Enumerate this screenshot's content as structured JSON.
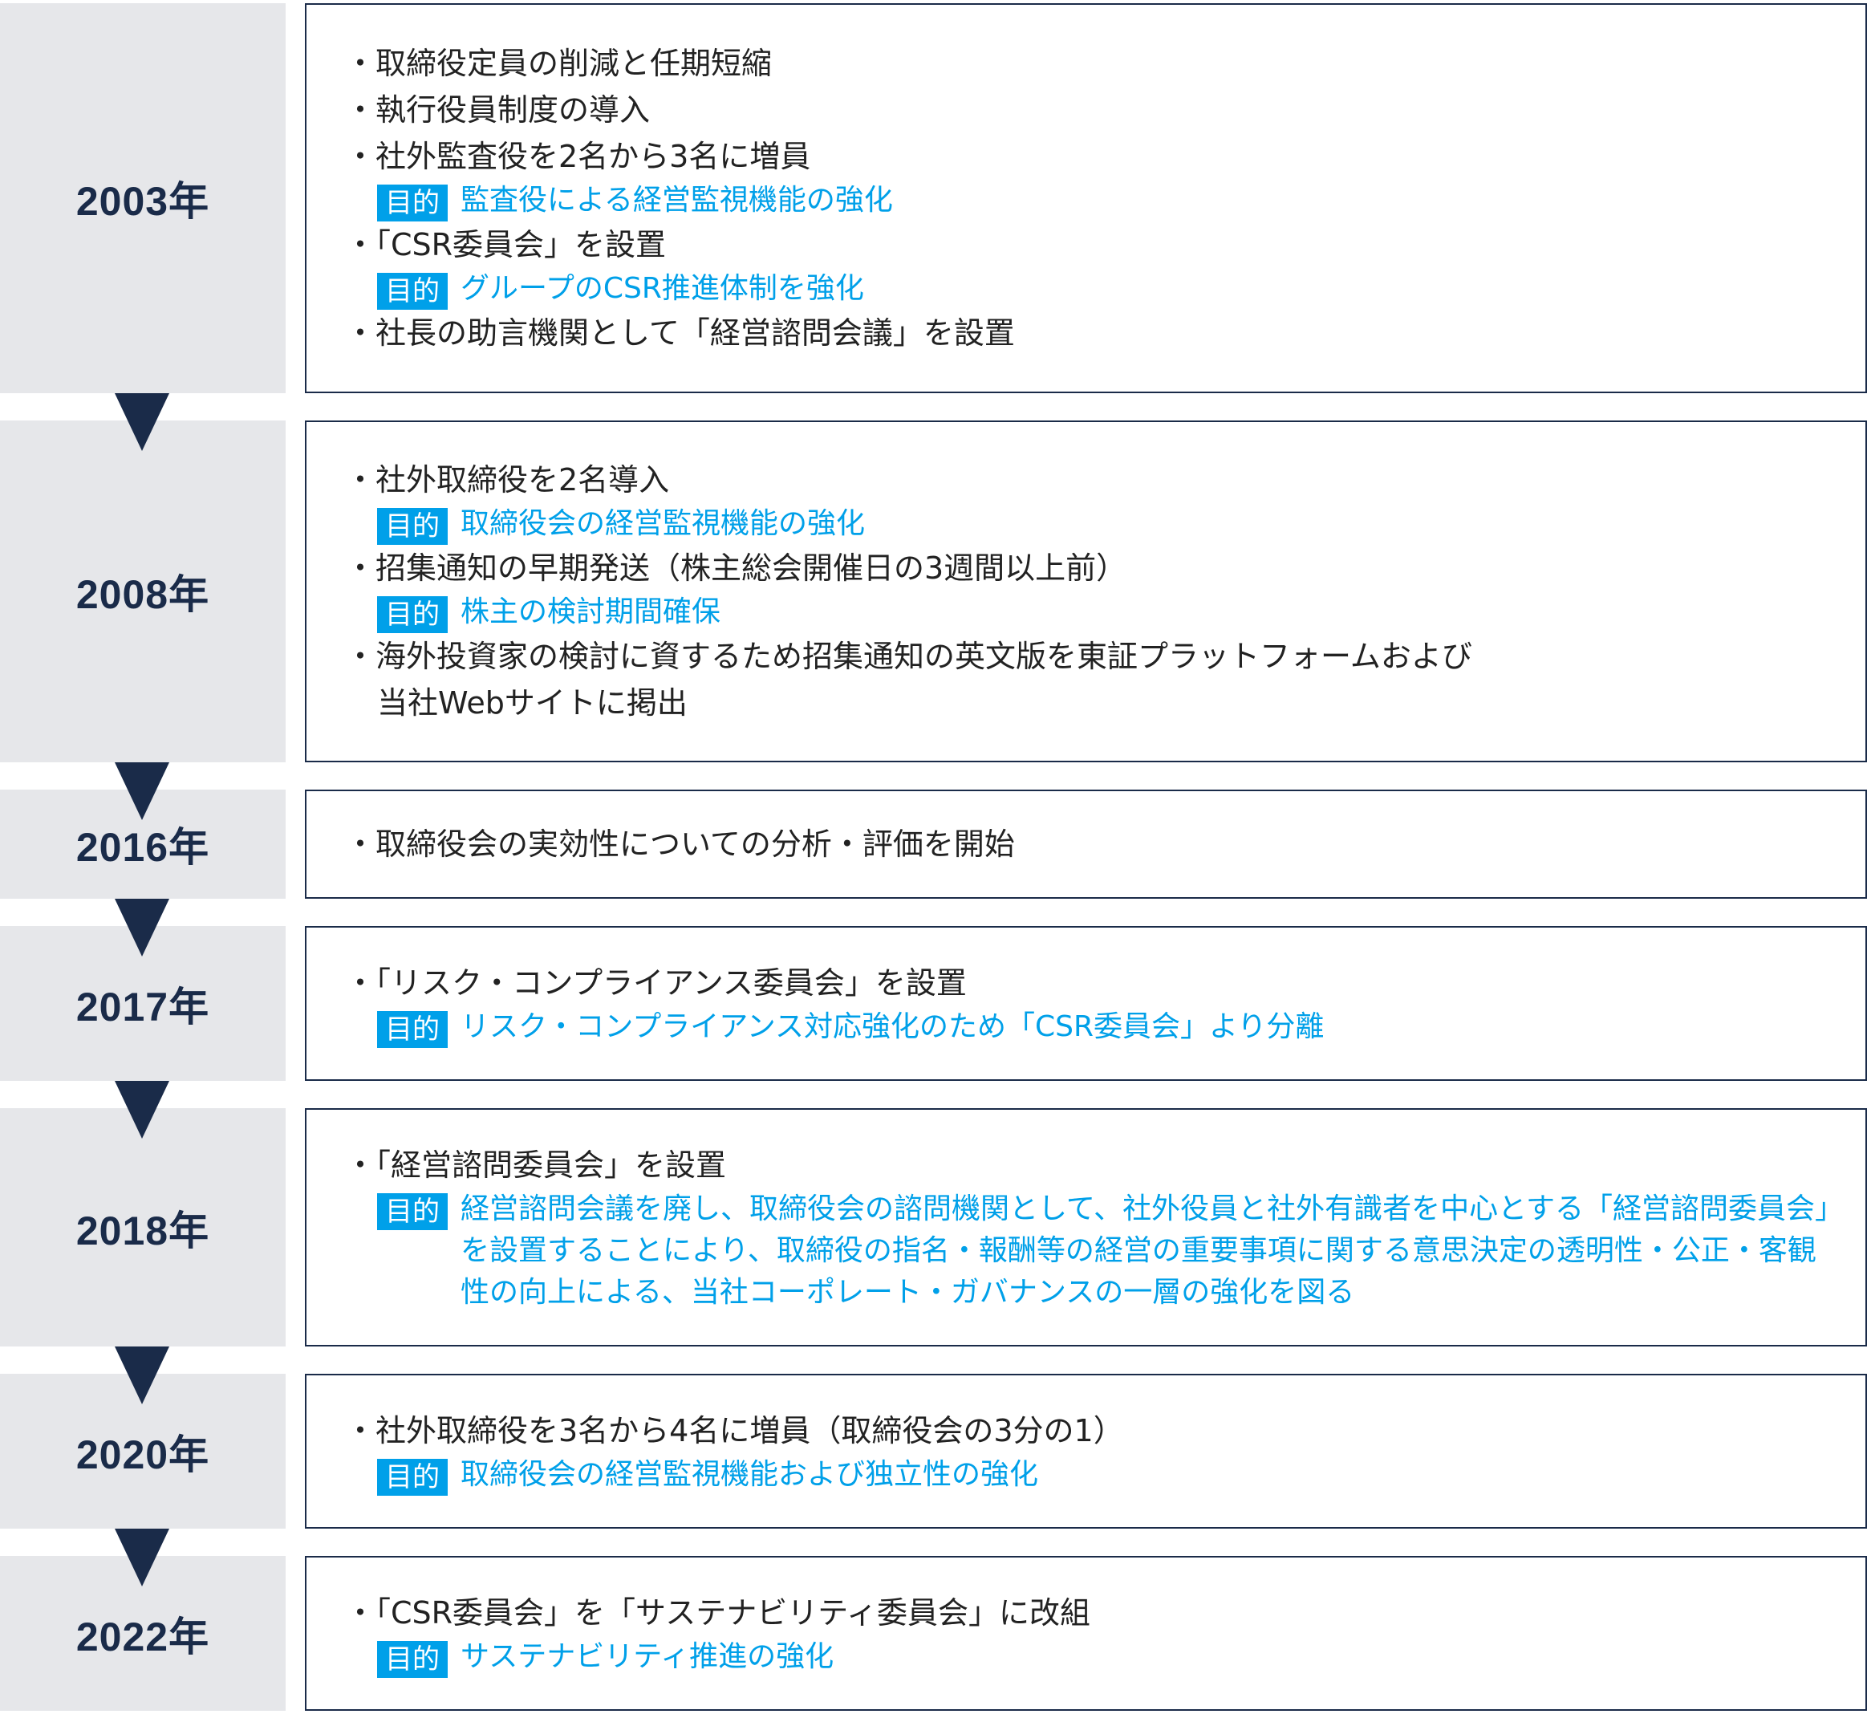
{
  "purpose_label": "目的",
  "colors": {
    "navy": "#1a2b49",
    "accent": "#00a0e9",
    "year_bg": "#e6e7ea"
  },
  "rows": [
    {
      "year": "2003年",
      "items": [
        {
          "type": "bullet",
          "text": "・取締役定員の削減と任期短縮"
        },
        {
          "type": "bullet",
          "text": "・執行役員制度の導入"
        },
        {
          "type": "bullet",
          "text": "・社外監査役を2名から3名に増員"
        },
        {
          "type": "purpose",
          "text": "監査役による経営監視機能の強化"
        },
        {
          "type": "bullet",
          "text": "・「CSR委員会」を設置"
        },
        {
          "type": "purpose",
          "text": "グループのCSR推進体制を強化"
        },
        {
          "type": "bullet",
          "text": "・社長の助言機関として「経営諮問会議」を設置"
        }
      ]
    },
    {
      "year": "2008年",
      "items": [
        {
          "type": "bullet",
          "text": "・社外取締役を2名導入"
        },
        {
          "type": "purpose",
          "text": "取締役会の経営監視機能の強化"
        },
        {
          "type": "bullet",
          "text": "・招集通知の早期発送（株主総会開催日の3週間以上前）"
        },
        {
          "type": "purpose",
          "text": "株主の検討期間確保"
        },
        {
          "type": "bullet",
          "text": "・海外投資家の検討に資するため招集通知の英文版を東証プラットフォームおよび"
        },
        {
          "type": "cont",
          "text": "当社Webサイトに掲出"
        }
      ]
    },
    {
      "year": "2016年",
      "items": [
        {
          "type": "bullet",
          "text": "・取締役会の実効性についての分析・評価を開始"
        }
      ]
    },
    {
      "year": "2017年",
      "items": [
        {
          "type": "bullet",
          "text": "・「リスク・コンプライアンス委員会」を設置"
        },
        {
          "type": "purpose",
          "text": "リスク・コンプライアンス対応強化のため「CSR委員会」より分離"
        }
      ]
    },
    {
      "year": "2018年",
      "items": [
        {
          "type": "bullet",
          "text": "・「経営諮問委員会」を設置"
        },
        {
          "type": "purpose",
          "text": "経営諮問会議を廃し、取締役会の諮問機関として、社外役員と社外有識者を中心とする「経営諮問委員会」を設置することにより、取締役の指名・報酬等の経営の重要事項に関する意思決定の透明性・公正・客観性の向上による、当社コーポレート・ガバナンスの一層の強化を図る"
        }
      ]
    },
    {
      "year": "2020年",
      "items": [
        {
          "type": "bullet",
          "text": "・社外取締役を3名から4名に増員（取締役会の3分の1）"
        },
        {
          "type": "purpose",
          "text": "取締役会の経営監視機能および独立性の強化"
        }
      ]
    },
    {
      "year": "2022年",
      "items": [
        {
          "type": "bullet",
          "text": "・「CSR委員会」を「サステナビリティ委員会」に改組"
        },
        {
          "type": "purpose",
          "text": "サステナビリティ推進の強化"
        }
      ]
    }
  ]
}
